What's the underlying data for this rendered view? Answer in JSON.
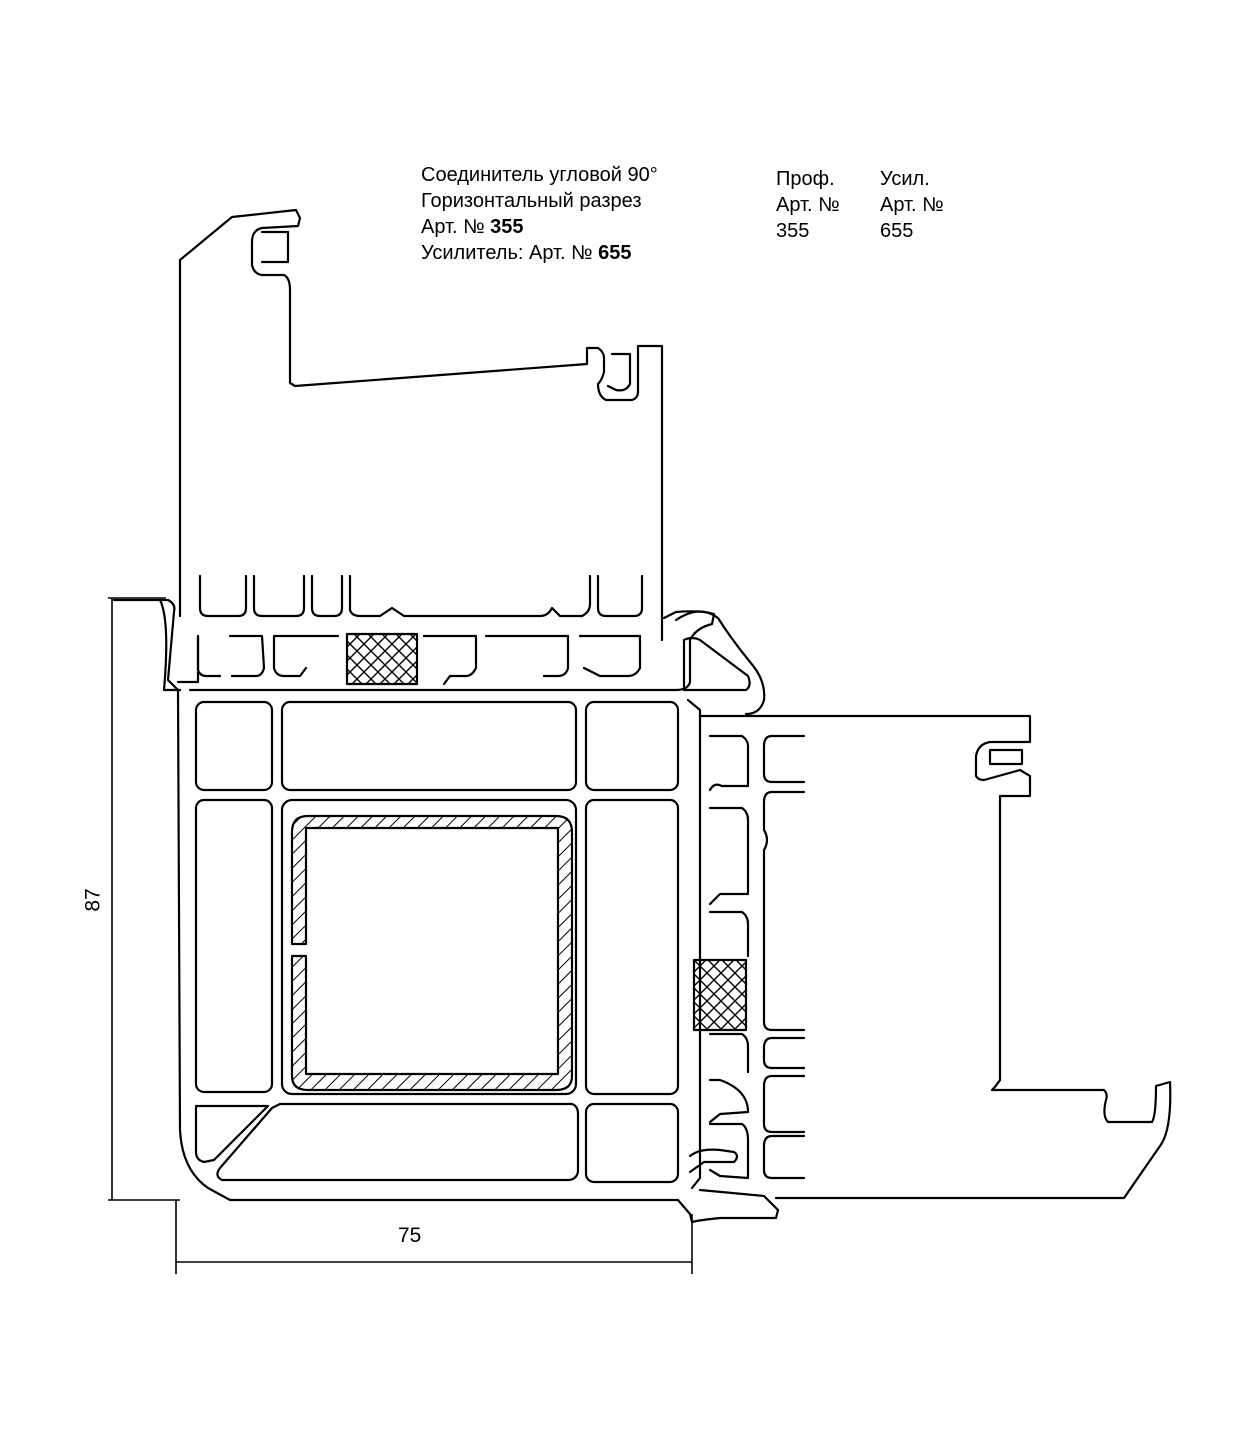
{
  "caption": {
    "line1": "Соединитель угловой 90°",
    "line2": "Горизонтальный разрез",
    "line3_prefix": "Арт. № ",
    "line3_value": "355",
    "line4_prefix": "Усилитель: Арт. № ",
    "line4_value": "655"
  },
  "table": {
    "profile": {
      "header1": "Проф.",
      "header2": "Арт. №",
      "value": "355"
    },
    "reinforcement": {
      "header1": "Усил.",
      "header2": "Арт. №",
      "value": "655"
    }
  },
  "dimensions": {
    "height": "87",
    "width": "75"
  },
  "colors": {
    "line": "#000000",
    "background": "#ffffff"
  }
}
